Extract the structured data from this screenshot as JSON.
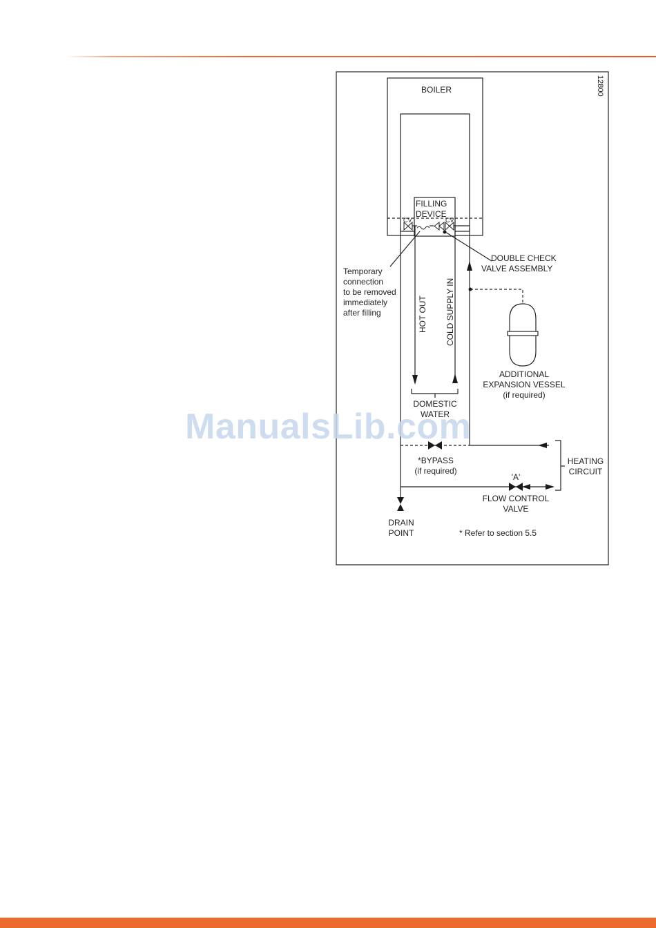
{
  "page": {
    "accent_color": "#ee6a2c",
    "watermark": "ManualsLib.com"
  },
  "diagram": {
    "figure_number": "12800",
    "boiler": "BOILER",
    "filling_device": [
      "FILLING",
      "DEVICE"
    ],
    "cv_left": "CV",
    "cv_right": "CV",
    "double_check": [
      "DOUBLE CHECK",
      "VALVE ASSEMBLY"
    ],
    "temporary_connection": [
      "Temporary",
      "connection",
      "to be removed",
      "immediately",
      "after filling"
    ],
    "hot_out": "HOT OUT",
    "cold_supply_in": "COLD SUPPLY IN",
    "expansion_vessel": [
      "ADDITIONAL",
      "EXPANSION VESSEL",
      "(if required)"
    ],
    "domestic_water": [
      "DOMESTIC",
      "WATER"
    ],
    "bypass": [
      "*BYPASS",
      "(if required)"
    ],
    "heating_circuit": [
      "HEATING",
      "CIRCUIT"
    ],
    "valve_a": "'A'",
    "flow_control": [
      "FLOW CONTROL",
      "VALVE"
    ],
    "drain_point": [
      "DRAIN",
      "POINT"
    ],
    "footnote": "* Refer to section 5.5"
  }
}
